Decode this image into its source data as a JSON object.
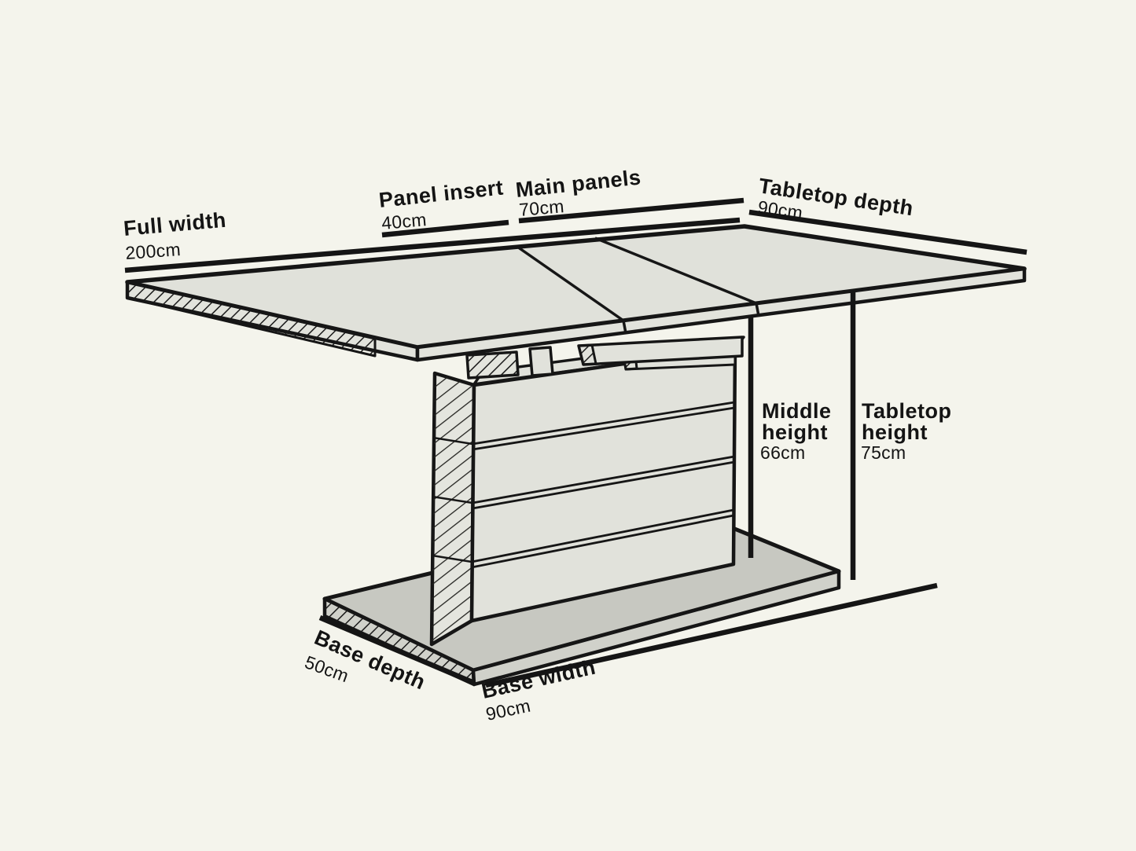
{
  "diagram": {
    "dimensions": {
      "full_width": {
        "label": "Full width",
        "value": "200cm"
      },
      "panel_insert": {
        "label": "Panel insert",
        "value": "40cm"
      },
      "main_panels": {
        "label": "Main panels",
        "value": "70cm"
      },
      "tabletop_depth": {
        "label": "Tabletop depth",
        "value": "90cm"
      },
      "middle_height": {
        "label_line1": "Middle",
        "label_line2": "height",
        "value": "66cm"
      },
      "tabletop_height": {
        "label_line1": "Tabletop",
        "label_line2": "height",
        "value": "75cm"
      },
      "base_depth": {
        "label": "Base depth",
        "value": "50cm"
      },
      "base_width": {
        "label": "Base width",
        "value": "90cm"
      }
    },
    "colors": {
      "background": "#f4f4ec",
      "line": "#161616",
      "tabletop_fill": "#e0e1da",
      "pedestal_fill": "#e1e2db",
      "base_top_fill": "#c7c8c1",
      "base_edge_fill": "#d0d1ca",
      "text": "#141414"
    }
  }
}
